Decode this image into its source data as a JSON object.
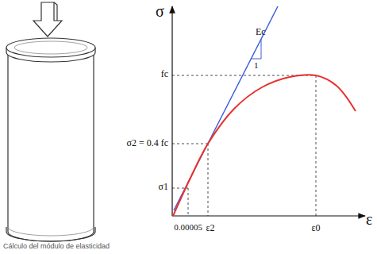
{
  "diagram": {
    "caption": "Cálculo del módulo de elasticidad",
    "labels": [
      "σ",
      "ε",
      "Ec",
      "1",
      "fc",
      "σ2 = 0.4 fc",
      "σ1",
      "0.00005",
      "ε2",
      "ε0"
    ]
  }
}
